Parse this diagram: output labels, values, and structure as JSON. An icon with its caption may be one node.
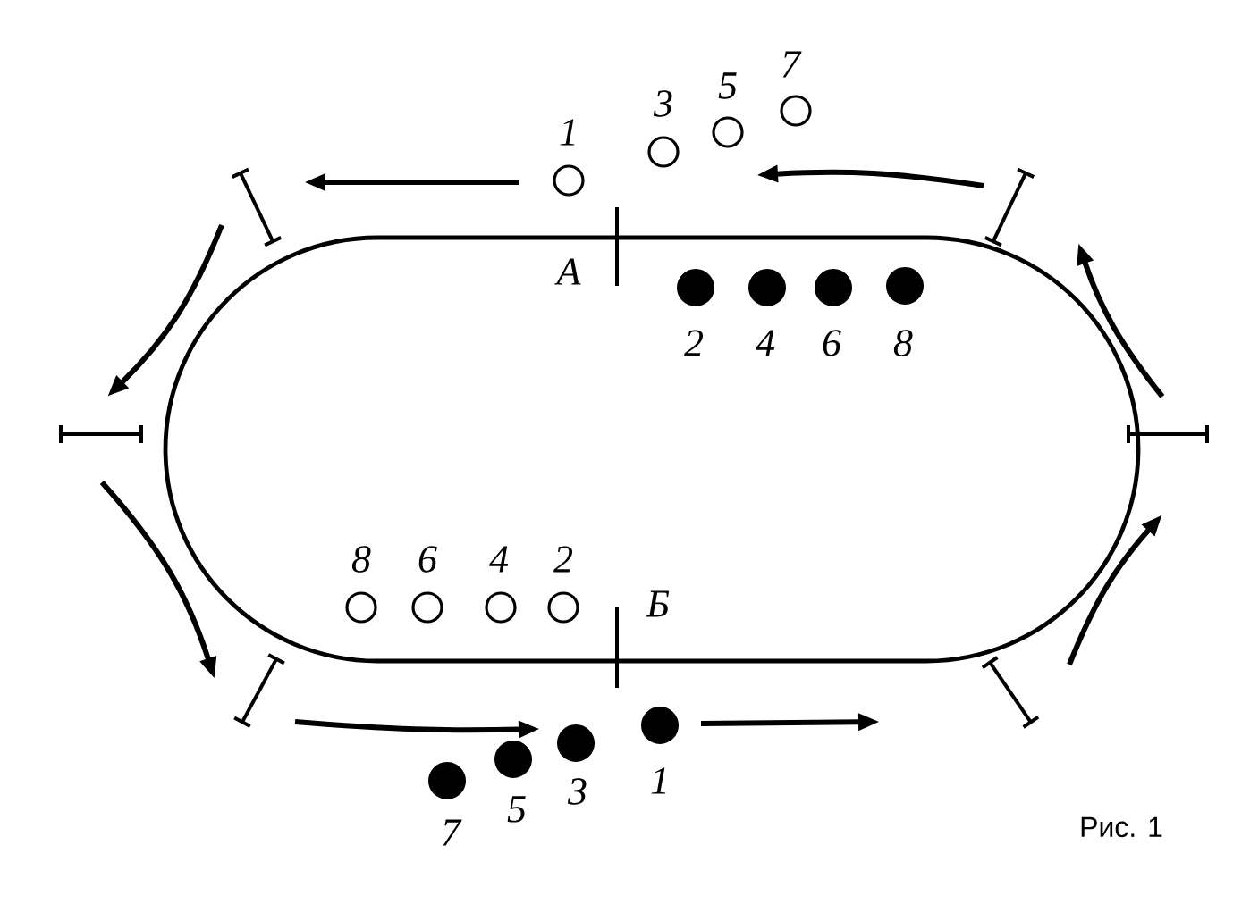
{
  "diagram": {
    "caption": "Рис. 1",
    "nodes": [
      {
        "text": [],
        "shape": "circle",
        "beside": [
          "1"
        ]
      },
      {
        "text": [],
        "shape": "circle",
        "beside": [
          "3"
        ]
      },
      {
        "text": [],
        "shape": "circle",
        "beside": [
          "5"
        ]
      },
      {
        "text": [],
        "shape": "circle",
        "beside": [
          "7"
        ]
      },
      {
        "text": [],
        "shape": "dot",
        "beside": [
          "2"
        ]
      },
      {
        "text": [],
        "shape": "dot",
        "beside": [
          "4"
        ]
      },
      {
        "text": [],
        "shape": "dot",
        "beside": [
          "6"
        ]
      },
      {
        "text": [],
        "shape": "dot",
        "beside": [
          "8"
        ]
      },
      {
        "text": [],
        "shape": "circle",
        "beside": [
          "8"
        ]
      },
      {
        "text": [],
        "shape": "circle",
        "beside": [
          "6"
        ]
      },
      {
        "text": [],
        "shape": "circle",
        "beside": [
          "4"
        ]
      },
      {
        "text": [],
        "shape": "circle",
        "beside": [
          "2"
        ]
      },
      {
        "text": [],
        "shape": "dot",
        "beside": [
          "7"
        ]
      },
      {
        "text": [],
        "shape": "dot",
        "beside": [
          "5"
        ]
      },
      {
        "text": [],
        "shape": "dot",
        "beside": [
          "3"
        ]
      },
      {
        "text": [],
        "shape": "dot",
        "beside": [
          "1"
        ]
      }
    ],
    "labels": [
      "А",
      "Б"
    ]
  }
}
